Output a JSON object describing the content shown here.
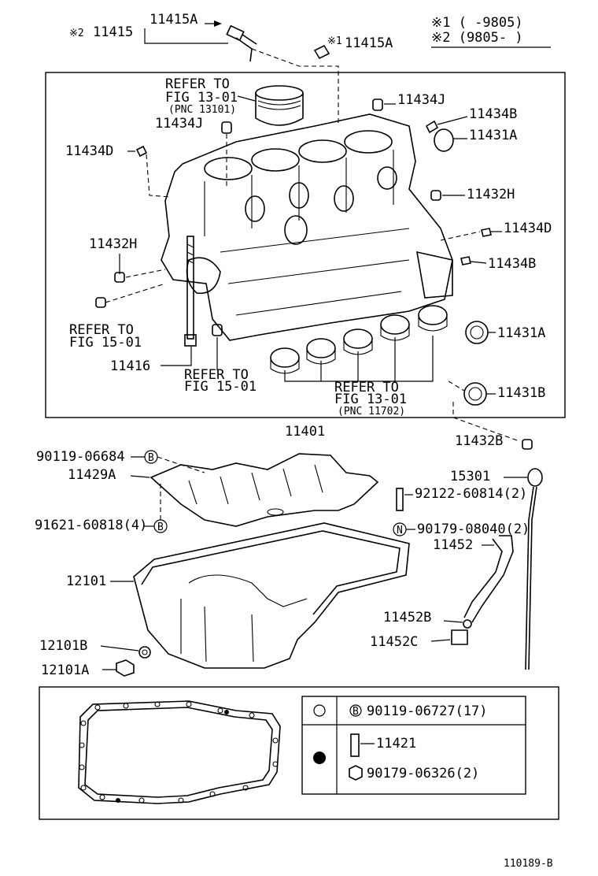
{
  "header": {
    "note1": "※1 (      -9805)",
    "note2": "※2 (9805-      )"
  },
  "refs": {
    "ref_piston": [
      "REFER TO",
      "FIG 13-01",
      "(PNC 13101)"
    ],
    "ref_fig15_a": [
      "REFER TO",
      "FIG 15-01"
    ],
    "ref_fig15_b": [
      "REFER TO",
      "FIG 15-01"
    ],
    "ref_bearing": [
      "REFER TO",
      "FIG 13-01",
      "(PNC 11702)"
    ]
  },
  "parts": {
    "p11415": "11415",
    "p11415A_top": "11415A",
    "p11415A_mark1": "11415A",
    "mark2": "※2",
    "mark1": "※1",
    "p11434J_a": "11434J",
    "p11434J_b": "11434J",
    "p11434B_a": "11434B",
    "p11431A_a": "11431A",
    "p11434D_a": "11434D",
    "p11432H_a": "11432H",
    "p11432H_b": "11432H",
    "p11434D_b": "11434D",
    "p11434B_b": "11434B",
    "p11416": "11416",
    "p11431A_b": "11431A",
    "p11431B": "11431B",
    "p11401": "11401",
    "p11432B": "11432B",
    "p90119_06684": "90119-06684",
    "p11429A": "11429A",
    "p91621_60818": "91621-60818(4)",
    "p15301": "15301",
    "p92122_60814": "92122-60814(2)",
    "p90179_08040": "90179-08040(2)",
    "p11452": "11452",
    "p12101": "12101",
    "p11452B": "11452B",
    "p11452C": "11452C",
    "p12101B": "12101B",
    "p12101A": "12101A",
    "circle_B": "B",
    "circle_N": "N"
  },
  "legend": {
    "row1": "90119-06727(17)",
    "row1_badge": "B",
    "row2": "11421",
    "row3": "90179-06326(2)"
  },
  "footer": {
    "figure_id": "110189-B"
  }
}
